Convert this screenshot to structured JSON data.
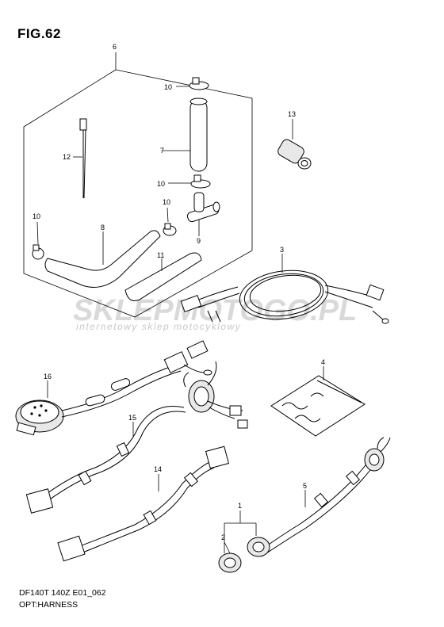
{
  "figure": {
    "title": "FIG.62",
    "footer_code": "DF140T 140Z E01_062",
    "footer_name": "OPT:HARNESS"
  },
  "watermark": {
    "main": "SKLEPMOTOGO.PL",
    "sub": "internetowy sklep motocyklowy",
    "color": "#d0d0d0"
  },
  "callouts": [
    {
      "id": "c6",
      "label": "6"
    },
    {
      "id": "c10a",
      "label": "10"
    },
    {
      "id": "c13",
      "label": "13"
    },
    {
      "id": "c7",
      "label": "7"
    },
    {
      "id": "c12",
      "label": "12"
    },
    {
      "id": "c10b",
      "label": "10"
    },
    {
      "id": "c10c",
      "label": "10"
    },
    {
      "id": "c10d",
      "label": "10"
    },
    {
      "id": "c8",
      "label": "8"
    },
    {
      "id": "c9",
      "label": "9"
    },
    {
      "id": "c11",
      "label": "11"
    },
    {
      "id": "c3",
      "label": "3"
    },
    {
      "id": "c16",
      "label": "16"
    },
    {
      "id": "c4",
      "label": "4"
    },
    {
      "id": "c15",
      "label": "15"
    },
    {
      "id": "c14",
      "label": "14"
    },
    {
      "id": "c5",
      "label": "5"
    },
    {
      "id": "c1",
      "label": "1"
    },
    {
      "id": "c2",
      "label": "2"
    }
  ]
}
